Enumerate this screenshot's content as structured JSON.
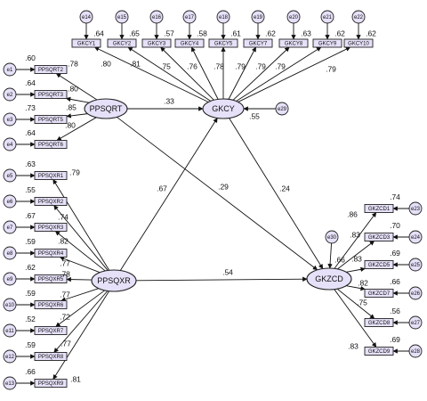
{
  "latents": {
    "PPSQRT": "PPSQRT",
    "GKCY": "GKCY",
    "PPSQXR": "PPSQXR",
    "GKZCD": "GKZCD"
  },
  "indicators": {
    "PPSQRT": [
      {
        "name": "PPSQRT2",
        "error": "e1",
        "r2": ".60",
        "loading": ".78"
      },
      {
        "name": "PPSQRT3",
        "error": "e2",
        "r2": ".64",
        "loading": ".80"
      },
      {
        "name": "PPSQRT5",
        "error": "e3",
        "r2": ".73",
        "loading": ".85"
      },
      {
        "name": "PPSQRT6",
        "error": "e4",
        "r2": ".64",
        "loading": ".80"
      }
    ],
    "GKCY": [
      {
        "name": "GKCY1",
        "error": "e14",
        "r2": ".64",
        "loading": ".80"
      },
      {
        "name": "GKCY2",
        "error": "e15",
        "r2": ".65",
        "loading": ".81"
      },
      {
        "name": "GKCY3",
        "error": "e16",
        "r2": ".57",
        "loading": ".75"
      },
      {
        "name": "GKCY4",
        "error": "e17",
        "r2": ".58",
        "loading": ".76"
      },
      {
        "name": "GKCY5",
        "error": "e18",
        "r2": ".61",
        "loading": ".78"
      },
      {
        "name": "GKCY7",
        "error": "e19",
        "r2": ".62",
        "loading": ".79"
      },
      {
        "name": "GKCY8",
        "error": "e20",
        "r2": ".63",
        "loading": ".79"
      },
      {
        "name": "GKCY9",
        "error": "e21",
        "r2": ".62",
        "loading": ".79"
      },
      {
        "name": "GKCY10",
        "error": "e22",
        "r2": ".62",
        "loading": ".79"
      }
    ],
    "PPSQXR": [
      {
        "name": "PPSQXR1",
        "error": "e5",
        "r2": ".63",
        "loading": ".79"
      },
      {
        "name": "PPSQXR2",
        "error": "e6",
        "r2": ".55",
        "loading": ".74"
      },
      {
        "name": "PPSQXR3",
        "error": "e7",
        "r2": ".67",
        "loading": ".82"
      },
      {
        "name": "PPSQXR4",
        "error": "e8",
        "r2": ".59",
        "loading": ".77"
      },
      {
        "name": "PPSQXR5",
        "error": "e9",
        "r2": ".62",
        "loading": ".78"
      },
      {
        "name": "PPSQXR6",
        "error": "e10",
        "r2": ".59",
        "loading": ".77"
      },
      {
        "name": "PPSQXR7",
        "error": "e11",
        "r2": ".52",
        "loading": ".72"
      },
      {
        "name": "PPSQXR8",
        "error": "e12",
        "r2": ".59",
        "loading": ".77"
      },
      {
        "name": "PPSQXR9",
        "error": "e13",
        "r2": ".66",
        "loading": ".81"
      }
    ],
    "GKZCD": [
      {
        "name": "GKZCD1",
        "error": "e23",
        "r2": ".74",
        "loading": ".86"
      },
      {
        "name": "GKZCD3",
        "error": "e24",
        "r2": ".70",
        "loading": ".83"
      },
      {
        "name": "GKZCD5",
        "error": "e25",
        "r2": ".69",
        "loading": ".83"
      },
      {
        "name": "GKZCD7",
        "error": "e26",
        "r2": ".66",
        "loading": ".82"
      },
      {
        "name": "GKZCD8",
        "error": "e27",
        "r2": ".56",
        "loading": ".75"
      },
      {
        "name": "GKZCD9",
        "error": "e28",
        "r2": ".69",
        "loading": ".83"
      }
    ]
  },
  "structural_paths": [
    {
      "from": "PPSQRT",
      "to": "GKCY",
      "coef": ".33"
    },
    {
      "from": "PPSQRT",
      "to": "GKZCD",
      "coef": ".29"
    },
    {
      "from": "PPSQXR",
      "to": "GKCY",
      "coef": ".67"
    },
    {
      "from": "PPSQXR",
      "to": "GKZCD",
      "coef": ".54"
    },
    {
      "from": "GKCY",
      "to": "GKZCD",
      "coef": ".24"
    }
  ],
  "disturbances": [
    {
      "name": "e29",
      "target": "GKCY",
      "r2": ".55"
    },
    {
      "name": "e30",
      "target": "GKZCD",
      "r2": ".66"
    }
  ]
}
